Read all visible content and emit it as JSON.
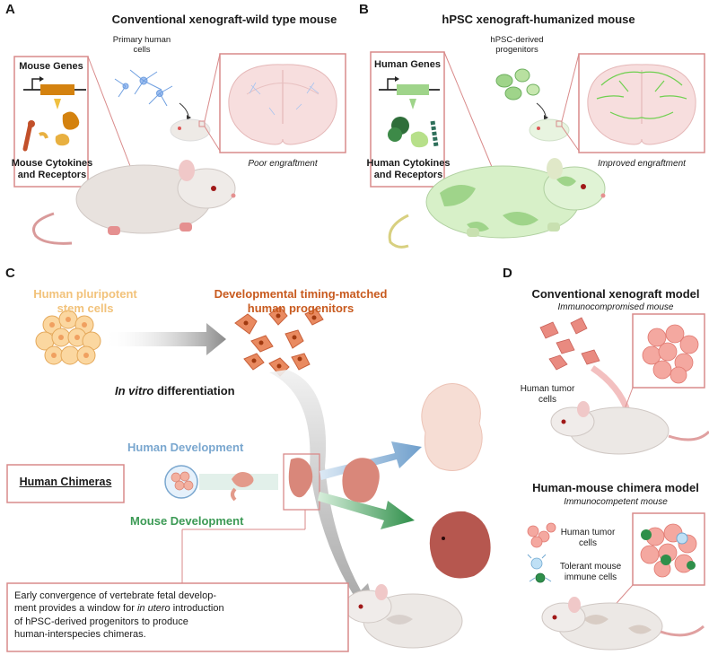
{
  "panel_a": {
    "letter": "A",
    "title": "Conventional xenograft-wild type mouse",
    "cells_label_1": "Primary human",
    "cells_label_2": "cells",
    "box_title": "Mouse Genes",
    "box_caption_1": "Mouse Cytokines",
    "box_caption_2": "and Receptors",
    "brain_caption": "Poor engraftment"
  },
  "panel_b": {
    "letter": "B",
    "title": "hPSC xenograft-humanized mouse",
    "cells_label_1": "hPSC-derived",
    "cells_label_2": "progenitors",
    "box_title": "Human Genes",
    "box_caption_1": "Human Cytokines",
    "box_caption_2": "and Receptors",
    "brain_caption": "Improved engraftment"
  },
  "panel_c": {
    "letter": "C",
    "stem_title_1": "Human pluripotent",
    "stem_title_2": "stem cells",
    "prog_title_1": "Developmental timing-matched",
    "prog_title_2": "human progenitors",
    "invitro_ital": "In vitro",
    "invitro_rest": " differentiation",
    "human_dev": "Human Development",
    "mouse_dev": "Mouse Development",
    "chimeras": "Human Chimeras",
    "note_1": "Early convergence of vertebrate fetal develop-",
    "note_2": "ment provides a window for ",
    "note_2_ital": "in utero",
    "note_2_end": " introduction",
    "note_3": "of hPSC-derived progenitors to produce",
    "note_4": "human-interspecies chimeras."
  },
  "panel_d": {
    "letter": "D",
    "title_1": "Conventional xenograft model",
    "subtitle_1": "Immunocompromised mouse",
    "tumor_label_1a": "Human tumor",
    "tumor_label_1b": "cells",
    "title_2": "Human-mouse chimera model",
    "subtitle_2": "Immunocompetent mouse",
    "tumor_label_2a": "Human tumor",
    "tumor_label_2b": "cells",
    "immune_label_a": "Tolerant mouse",
    "immune_label_b": "immune cells"
  },
  "colors": {
    "frame_pink": "#d98a8a",
    "mouse_body": "#e8e2de",
    "human_green": "#9fd48a",
    "gene_orange": "#d4820f",
    "human_blue": "#7aa7cf",
    "mouse_green": "#3c9a55",
    "progenitor_rust": "#c85a1e",
    "stem_yellow": "#f2c27a"
  }
}
